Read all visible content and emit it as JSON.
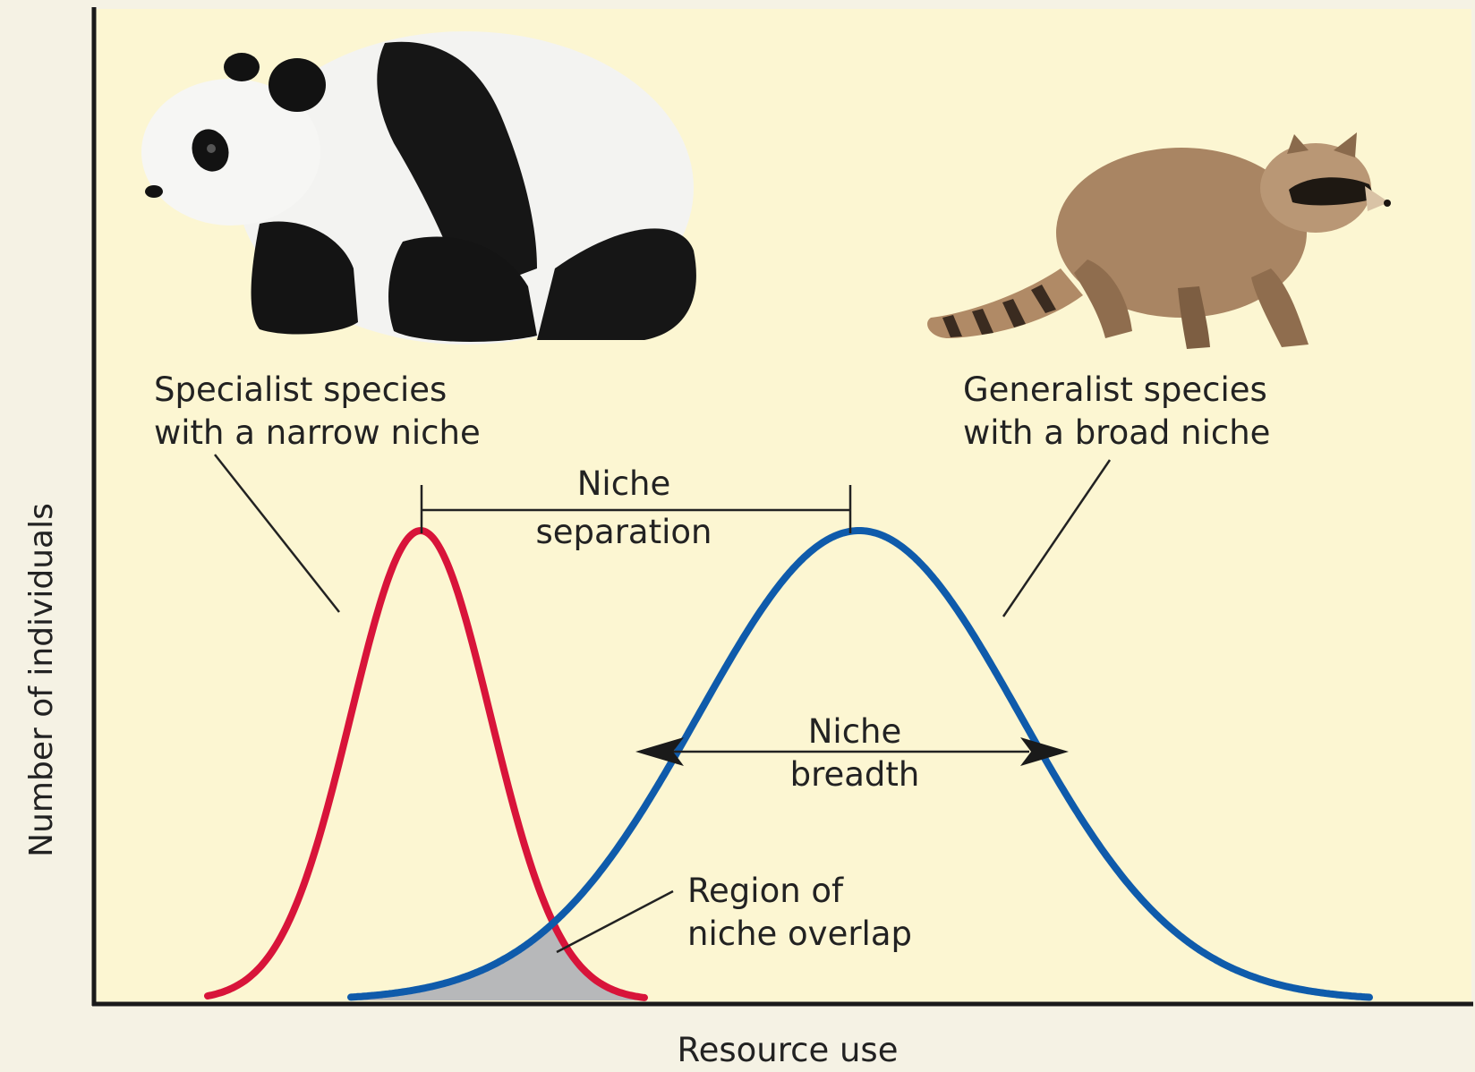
{
  "labels": {
    "y_axis": "Number of individuals",
    "x_axis": "Resource use",
    "specialist": [
      "Specialist species",
      "with a narrow niche"
    ],
    "generalist": [
      "Generalist species",
      "with a broad niche"
    ],
    "separation": [
      "Niche",
      "separation"
    ],
    "breadth": [
      "Niche",
      "breadth"
    ],
    "overlap": [
      "Region of",
      "niche overlap"
    ]
  },
  "colors": {
    "background": "#fcf6d2",
    "specialist_curve": "#d8143a",
    "generalist_curve": "#0f5bab",
    "overlap_fill": "#b7b8ba"
  },
  "illustrations": {
    "specialist_animal": "giant-panda",
    "generalist_animal": "raccoon"
  }
}
